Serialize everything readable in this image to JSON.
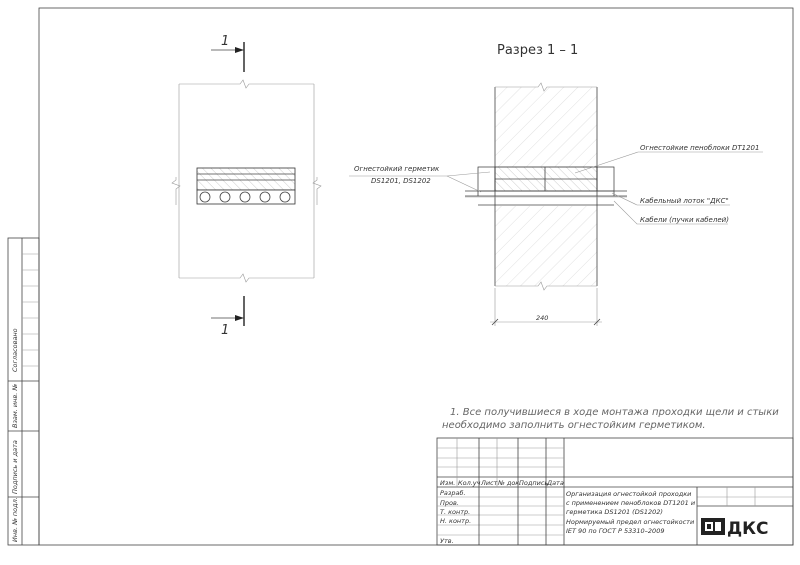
{
  "drawing": {
    "section_mark": "1",
    "section_title": "Разрез 1 – 1",
    "dimension": "240",
    "callouts": {
      "foam_blocks": "Огнестойкие пеноблоки DT1201",
      "sealant_line1": "Огнестойкий герметик",
      "sealant_line2": "DS1201, DS1202",
      "cable_tray": "Кабельный лоток \"ДКС\"",
      "cables": "Кабели (пучки кабелей)"
    },
    "note_line1": "1. Все получившиеся в ходе монтажа проходки щели и стыки",
    "note_line2": "необходимо заполнить огнестойким герметиком."
  },
  "side_stamp": {
    "agreed": "Согласовано",
    "inv_ref": "Взам. инв. №",
    "sign_date": "Подпись и дата",
    "inv_orig": "Инв. № подл."
  },
  "title_block": {
    "col_headers": [
      "Изм.",
      "Кол.уч",
      "Лист",
      "№ док.",
      "Подпись",
      "Дата"
    ],
    "roles": [
      "Разраб.",
      "Пров.",
      "Т. контр.",
      "Н. контр.",
      "",
      "Утв."
    ],
    "description_line1": "Организация огнестойкой проходки",
    "description_line2": "с применением пеноблоков DT1201 и",
    "description_line3": "герметика DS1201 (DS1202)",
    "description_line4": "Нормируемый предел огнестойкости",
    "description_line5": "IET 90  по ГОСТ Р 53310–2009",
    "logo_text": "ДКС"
  }
}
